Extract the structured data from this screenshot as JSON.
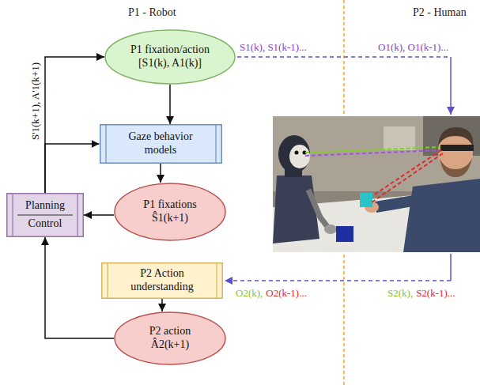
{
  "diagram": {
    "nodes": [
      {
        "text": [
          "P1 fixation/action [S1(k), A1(k)]"
        ]
      },
      {
        "text": [
          "Gaze behavior models"
        ]
      },
      {
        "text": [
          "P1 fixations Ŝ1(k+1)"
        ]
      },
      {
        "text": [
          "Planning",
          "Control"
        ]
      },
      {
        "text": [
          "P2 Action understanding"
        ]
      },
      {
        "text": [
          "P2 action Â2(k+1)"
        ]
      }
    ],
    "edges": [
      {
        "from": 0,
        "to": 1,
        "arrow": "to"
      },
      {
        "from": 1,
        "to": 2,
        "arrow": "to"
      },
      {
        "from": 2,
        "to": 3,
        "arrow": "to"
      },
      {
        "from": 3,
        "to": 0,
        "arrow": "to",
        "label": "S'1(k+1), A'1(k+1)"
      },
      {
        "from": 3,
        "to": 1,
        "arrow": "to"
      },
      {
        "from": 5,
        "to": 3,
        "arrow": "to"
      },
      {
        "from": 4,
        "to": 5,
        "arrow": "to"
      }
    ],
    "labels": [
      "P1 - Robot",
      "P2 - Human",
      "S1(k), S1(k-1)...",
      "O1(k), O1(k-1)...",
      "O2(k),",
      "O2(k-1)...",
      "S2(k),",
      "S2(k-1)..."
    ]
  }
}
